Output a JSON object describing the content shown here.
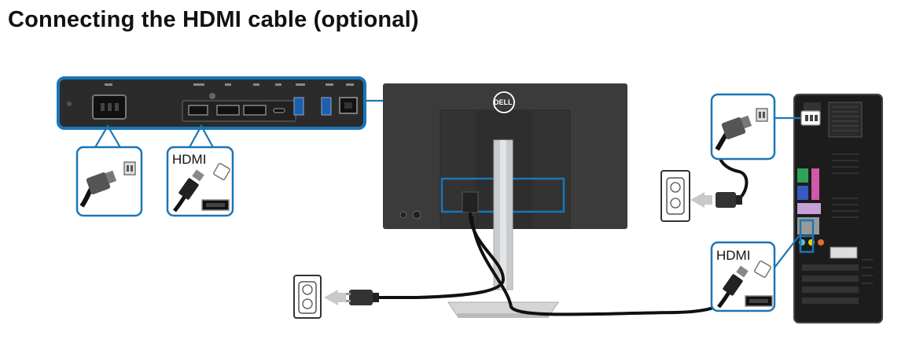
{
  "page": {
    "title": "Connecting the HDMI cable (optional)"
  },
  "diagram": {
    "brand_logo": "DELL",
    "hdmi_label_monitor": "HDMI",
    "hdmi_label_pc": "HDMI",
    "colors": {
      "highlight": "#1a76b8",
      "monitor": "#3b3b3b",
      "panel": "#2c2c2c",
      "stand": "#c9cbcd"
    },
    "icons": [
      "power-port-icon",
      "hdmi-port-icon",
      "displayport-icon",
      "usb-c-port-icon",
      "usb-a-port-icon",
      "ethernet-port-icon",
      "power-plug-icon",
      "hdmi-plug-icon",
      "wall-outlet-icon",
      "computer-tower-icon"
    ]
  }
}
